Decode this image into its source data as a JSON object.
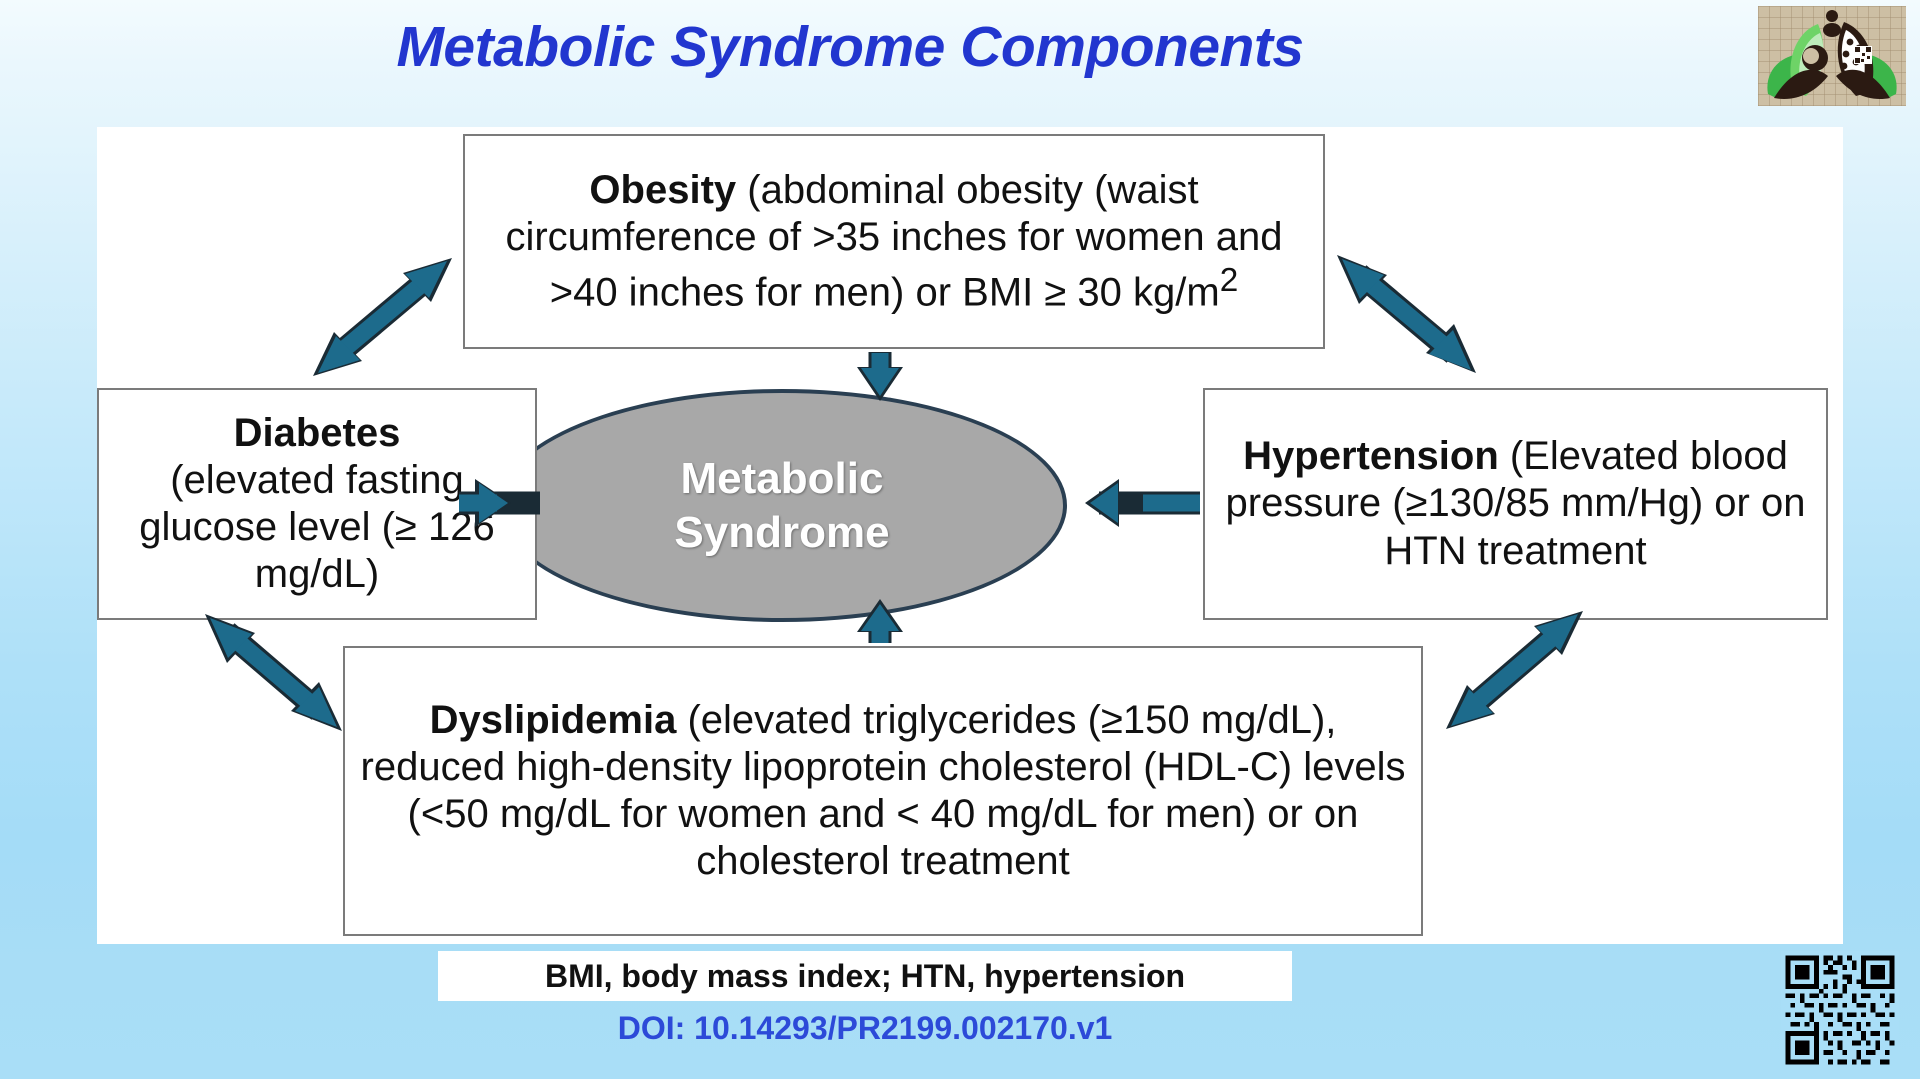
{
  "page": {
    "title": "Metabolic Syndrome Components",
    "background_top_color": "#f3fbfe",
    "background_bottom_color": "#a9def7",
    "title_color": "#2236cf"
  },
  "logo": {
    "name": "publisher-lotus-logo",
    "leaf_color": "#3cb54a",
    "leaf_light_color": "#6ed367",
    "dark_color": "#2b1a12"
  },
  "diagram": {
    "center": {
      "line1": "Metabolic",
      "line2": "Syndrome",
      "fill_color": "#a8a8a8",
      "border_color": "#2a3f52",
      "text_color": "#ffffff"
    },
    "arrow_color": "#1d6b8c",
    "box_border_color": "#7b7b7b",
    "boxes": [
      {
        "id": "obesity",
        "heading": "Obesity",
        "body": " (abdominal obesity (waist circumference of >35 inches for women and >40 inches for men) or BMI ≥ 30 kg/m",
        "superscript": "2"
      },
      {
        "id": "diabetes",
        "heading": "Diabetes",
        "body": "(elevated fasting glucose level (≥ 126 mg/dL)",
        "superscript": ""
      },
      {
        "id": "hypertension",
        "heading": "Hypertension",
        "body": " (Elevated blood pressure (≥130/85 mm/Hg) or on HTN treatment",
        "superscript": ""
      },
      {
        "id": "dyslipidemia",
        "heading": "Dyslipidemia",
        "body": " (elevated triglycerides (≥150 mg/dL), reduced high-density lipoprotein cholesterol (HDL-C) levels (<50 mg/dL for women and < 40 mg/dL for men) or on cholesterol treatment",
        "superscript": ""
      }
    ],
    "connectors": [
      {
        "id": "obesity-to-center",
        "type": "single",
        "direction": "down"
      },
      {
        "id": "diabetes-to-center",
        "type": "single",
        "direction": "right"
      },
      {
        "id": "hypertension-to-center",
        "type": "single",
        "direction": "left"
      },
      {
        "id": "dyslipidemia-to-center",
        "type": "single",
        "direction": "up"
      },
      {
        "id": "diabetes-obesity",
        "type": "double",
        "direction": "diagonal-up-right"
      },
      {
        "id": "obesity-hypertension",
        "type": "double",
        "direction": "diagonal-down-right"
      },
      {
        "id": "diabetes-dyslipidemia",
        "type": "double",
        "direction": "diagonal-down-right"
      },
      {
        "id": "dyslipidemia-hypertension",
        "type": "double",
        "direction": "diagonal-up-right"
      }
    ]
  },
  "footer": {
    "abbreviations": "BMI, body mass index; HTN, hypertension",
    "doi": "DOI: 10.14293/PR2199.002170.v1",
    "doi_color": "#2c4ad8",
    "qr_code_label": "qr-code"
  }
}
